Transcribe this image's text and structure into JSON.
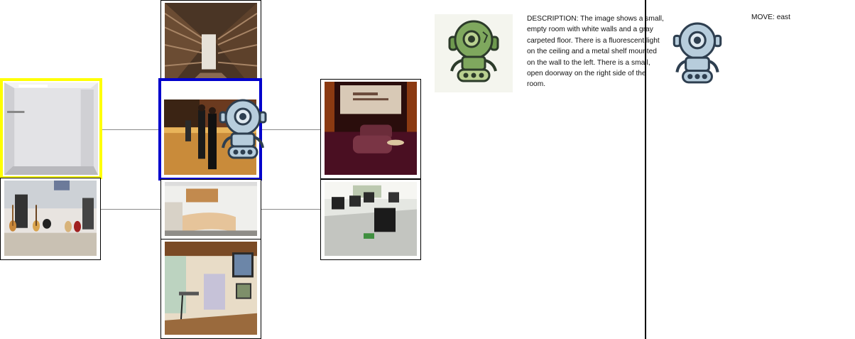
{
  "panel": {
    "description_label": "DESCRIPTION:",
    "description_text": "The image shows a small, empty room with white walls and a gray carpeted floor. There is a fluorescent light on the ceiling and a metal shelf mounted on the wall to the left. There is a small, open doorway on the right side of the room.",
    "move_label": "MOVE:",
    "move_value": "east"
  },
  "map": {
    "rooms": [
      {
        "id": "attic",
        "scene": "wooden attic"
      },
      {
        "id": "empty-room",
        "scene": "empty room",
        "highlight": "yellow"
      },
      {
        "id": "reception",
        "scene": "hotel reception",
        "highlight": "blue",
        "agent": true
      },
      {
        "id": "theater",
        "scene": "home theater"
      },
      {
        "id": "garage",
        "scene": "garage with guitars"
      },
      {
        "id": "lobby",
        "scene": "lobby desk"
      },
      {
        "id": "computer-lab",
        "scene": "computer lab"
      },
      {
        "id": "studio",
        "scene": "art studio"
      }
    ]
  },
  "colors": {
    "highlight_current_view": "#ffff00",
    "highlight_agent_location": "#0000cc",
    "robot_green": "#6e9a4f",
    "robot_blue": "#b7cddc"
  },
  "icons": [
    "robot-icon-green",
    "robot-icon-blue"
  ]
}
